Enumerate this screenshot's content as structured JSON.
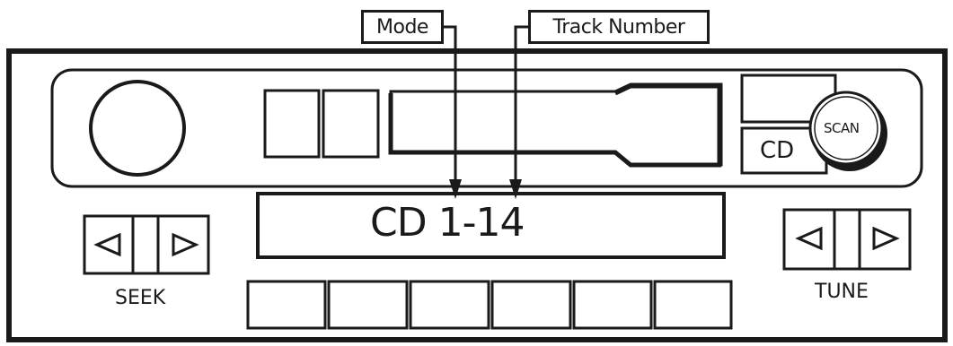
{
  "callouts": {
    "mode_label": "Mode",
    "track_number_label": "Track Number"
  },
  "display": {
    "readout": "CD 1-14"
  },
  "buttons": {
    "scan_label": "SCAN",
    "cd_label": "CD",
    "seek_label": "SEEK",
    "tune_label": "TUNE",
    "seek_left_icon": "triangle-left-icon",
    "seek_right_icon": "triangle-right-icon",
    "tune_left_icon": "triangle-left-icon",
    "tune_right_icon": "triangle-right-icon"
  },
  "colors": {
    "ink": "#1a1a1a",
    "background": "#ffffff"
  }
}
